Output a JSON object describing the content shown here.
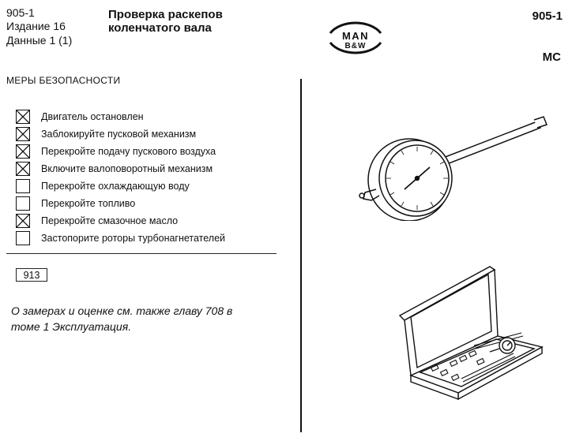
{
  "header": {
    "code": "905-1",
    "edition": "Издание 16",
    "data_page": "Данные 1 (1)",
    "title_line1": "Проверка раскепов",
    "title_line2": "коленчатого вала",
    "right_code": "905-1",
    "right_type": "MC",
    "logo_line1": "MAN",
    "logo_line2": "B&W"
  },
  "safety": {
    "heading": "МЕРЫ БЕЗОПАСНОСТИ",
    "items": [
      {
        "label": "Двигатель остановлен",
        "checked": true
      },
      {
        "label": "Заблокируйте пусковой механизм",
        "checked": true
      },
      {
        "label": "Перекройте подачу пускового воздуха",
        "checked": true
      },
      {
        "label": "Включите валоповоротный механизм",
        "checked": true
      },
      {
        "label": "Перекройте охлаждающую воду",
        "checked": false
      },
      {
        "label": "Перекройте топливо",
        "checked": false
      },
      {
        "label": "Перекройте смазочное масло",
        "checked": true
      },
      {
        "label": "Застопорите роторы турбонагнетателей",
        "checked": false
      }
    ]
  },
  "tool_code": "913",
  "note_line1": "О замерах и оценке см. также главу 708 в",
  "note_line2": "томе 1 Эксплуатация."
}
